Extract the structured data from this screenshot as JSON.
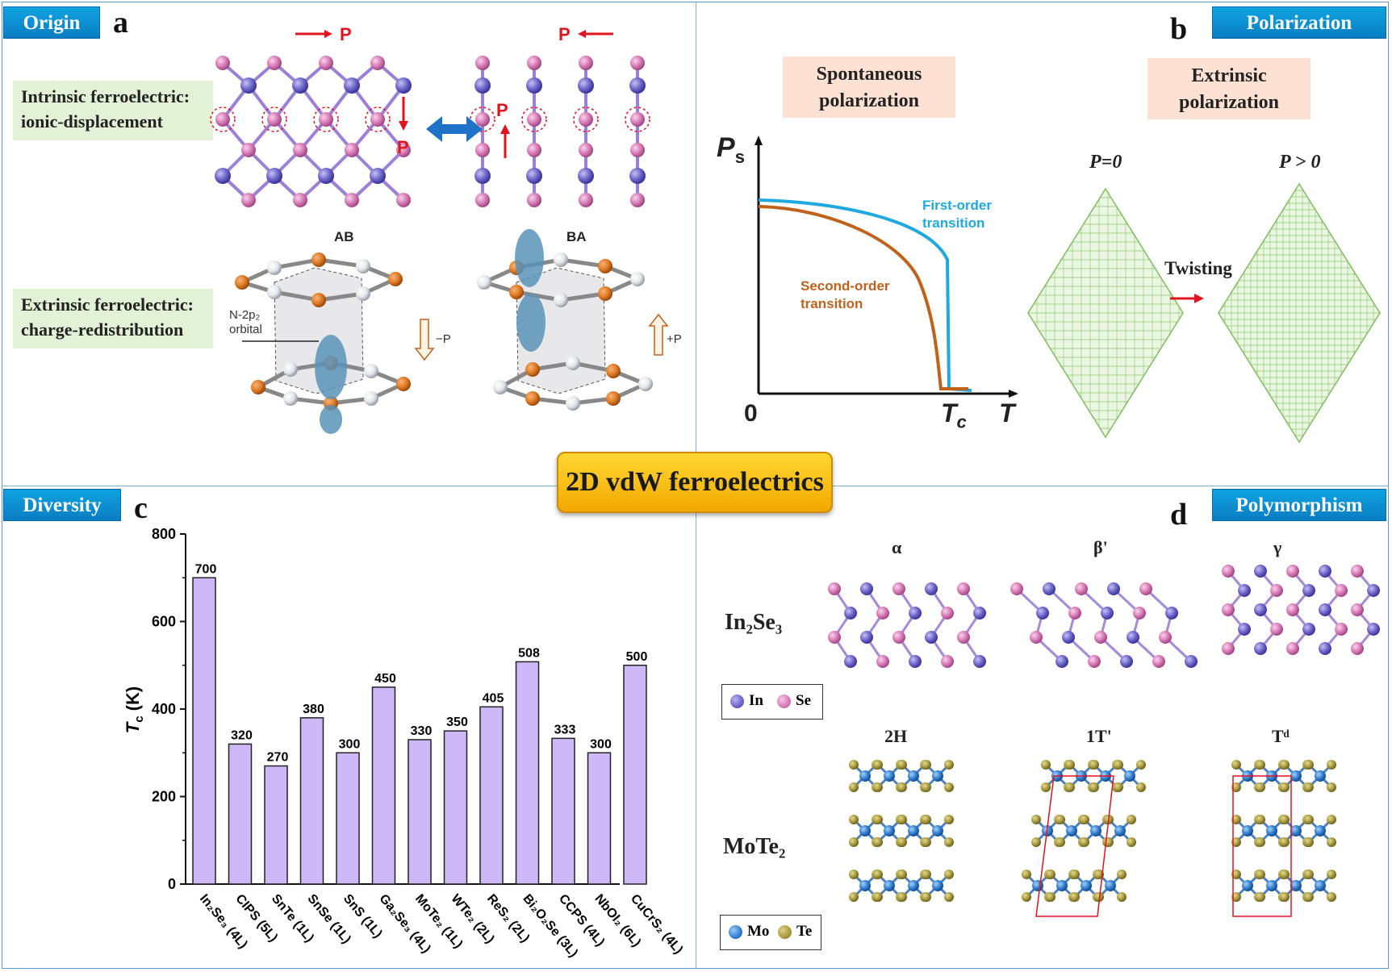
{
  "center_title": "2D vdW ferroelectrics",
  "panels": {
    "a": {
      "tag": "Origin",
      "letter": "a",
      "intrinsic_label": "Intrinsic ferroelectric:\nionic-displacement",
      "extrinsic_label": "Extrinsic ferroelectric:\ncharge-redistribution",
      "p": "P",
      "ab": "AB",
      "ba": "BA",
      "orbital": "N-2p₂\norbital",
      "minus_p": "−P",
      "plus_p": "+P"
    },
    "b": {
      "tag": "Polarization",
      "letter": "b",
      "spontaneous": "Spontaneous\npolarization",
      "extrinsic": "Extrinsic\npolarization",
      "ps_label": "P",
      "ps_sub": "s",
      "zero": "0",
      "tc": "T",
      "tc_sub": "c",
      "t": "T",
      "first_order": "First-order\ntransition",
      "second_order": "Second-order\ntransition",
      "p0": "P=0",
      "pgt0": "P > 0",
      "twisting": "Twisting"
    },
    "c": {
      "tag": "Diversity",
      "letter": "c"
    },
    "d": {
      "tag": "Polymorphism",
      "letter": "d",
      "phases_in2se3": [
        "α",
        "β'",
        "γ"
      ],
      "in2se3": "In₂Se₃",
      "phases_mote2": [
        "2H",
        "1T'",
        "Tᵈ"
      ],
      "mote2": "MoTe₂",
      "legend1": [
        "In",
        "Se"
      ],
      "legend2": [
        "Mo",
        "Te"
      ]
    }
  },
  "colors": {
    "tag": "#0a8fd1",
    "bar": "#cdb8f8",
    "first_order": "#1fa9e1",
    "second_order": "#c0621c",
    "in": "#6b63c9",
    "se": "#d779b6",
    "mo": "#2f7fd2",
    "te": "#a89a3c"
  },
  "chart_data": {
    "type": "bar",
    "categories": [
      "In₂Se₃ (4L)",
      "CIPS (5L)",
      "SnTe (1L)",
      "SnSe (1L)",
      "SnS (1L)",
      "Ga₂Se₃ (4L)",
      "MoTe₂ (1L)",
      "WTe₂ (2L)",
      "ReS₂ (2L)",
      "Bi₂O₂Se (3L)",
      "CCPS (4L)",
      "NbOI₂ (6L)",
      "CuCrS₂ (4L)"
    ],
    "values": [
      700,
      320,
      270,
      380,
      300,
      450,
      330,
      350,
      405,
      508,
      333,
      300,
      500
    ],
    "ylabel": "T",
    "ylabel_sub": "c",
    "ylabel_unit": " (K)",
    "yticks": [
      0,
      200,
      400,
      600,
      800
    ],
    "ylim": [
      0,
      800
    ],
    "grid": false
  }
}
